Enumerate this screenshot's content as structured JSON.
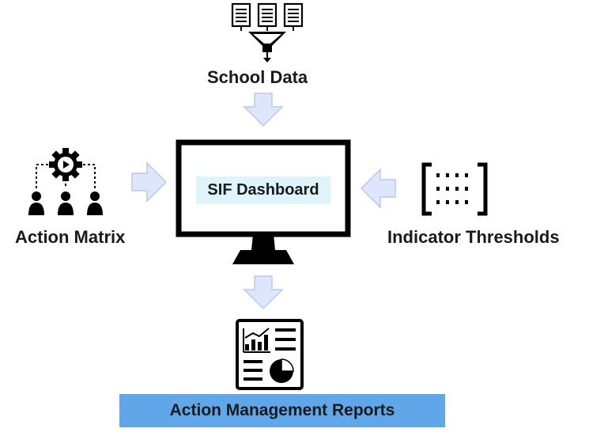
{
  "nodes": {
    "school_data": "School Data",
    "action_matrix": "Action Matrix",
    "indicator_thresholds": "Indicator Thresholds",
    "dashboard": "SIF Dashboard",
    "reports": "Action Management Reports"
  },
  "colors": {
    "arrow_fill": "#dde6fb",
    "arrow_stroke": "#b9c9ee",
    "dashboard_label_bg": "#dff4fa",
    "reports_bar": "#5fa7e8",
    "icon": "#000000"
  },
  "icons": {
    "school_data": "documents-funnel-icon",
    "action_matrix": "gear-play-people-icon",
    "indicator_thresholds": "matrix-brackets-icon",
    "dashboard": "monitor-icon",
    "reports": "report-chart-icon"
  }
}
